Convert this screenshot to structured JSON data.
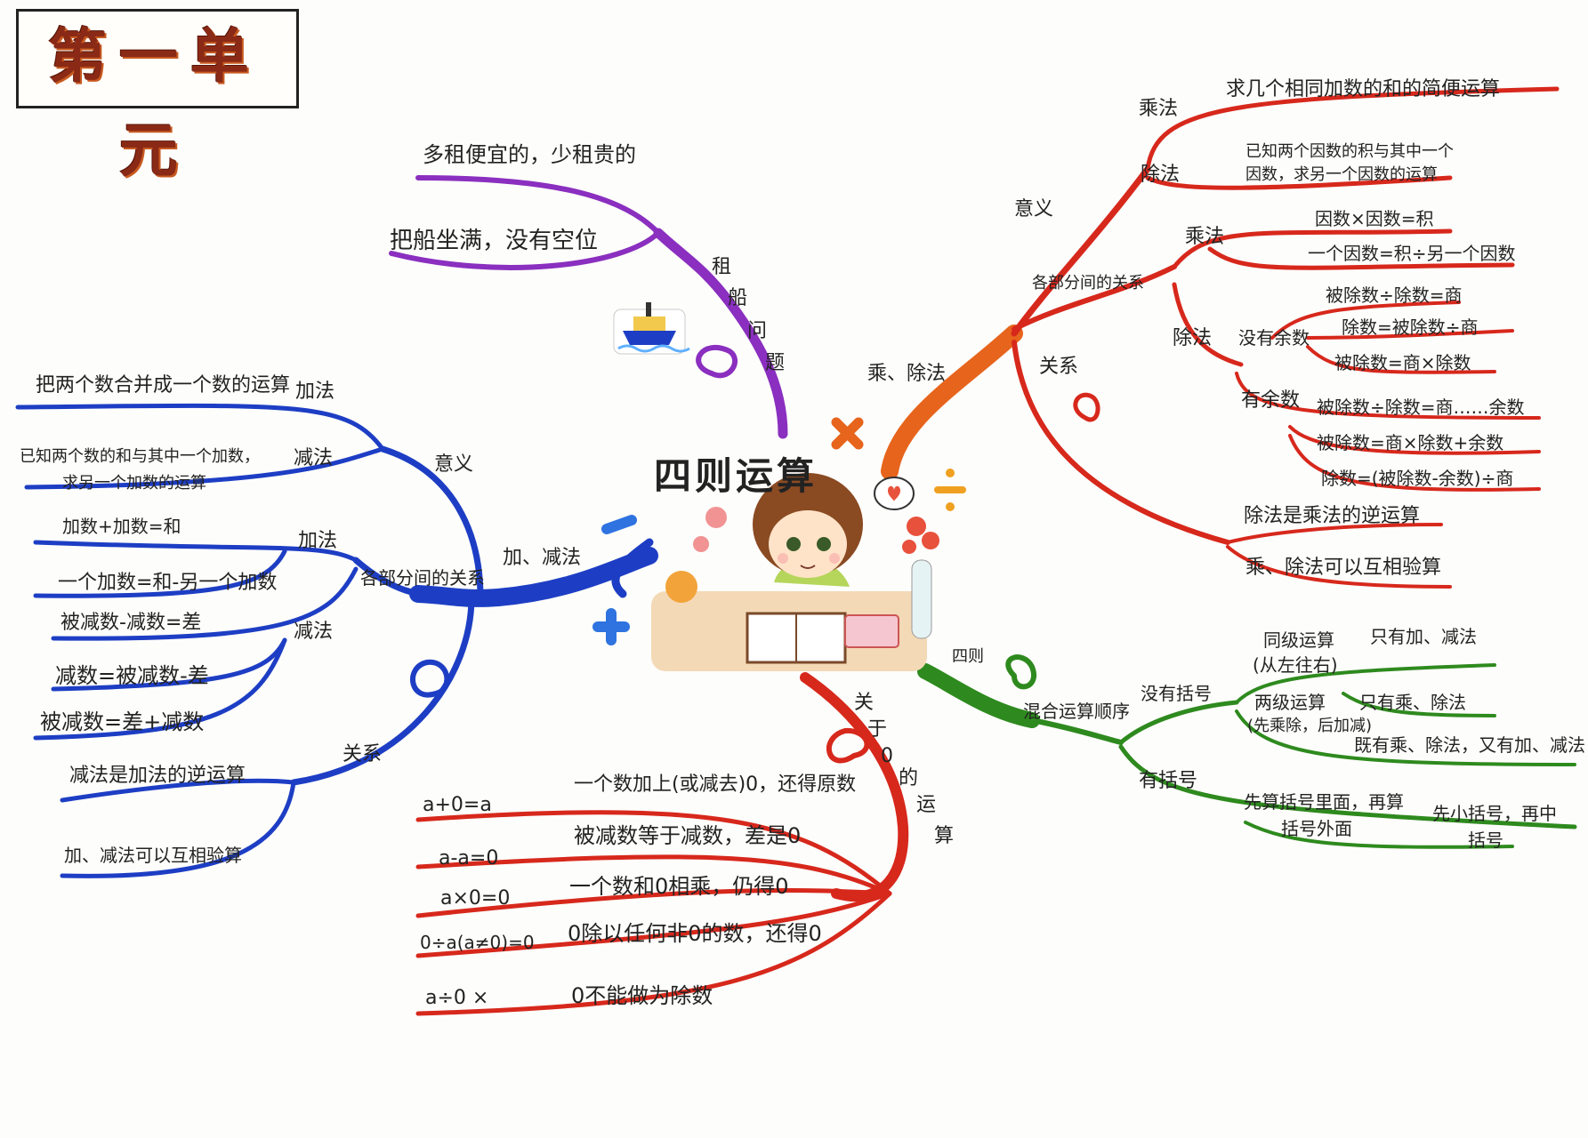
{
  "title": "第一单元",
  "center": "四则运算",
  "colors": {
    "red": "#d7281c",
    "blue": "#1d3ec4",
    "green": "#2e8a1e",
    "purple": "#8a2fbf",
    "orange": "#e7641c"
  },
  "top_branch": {
    "label_chars": [
      "租",
      "船",
      "问",
      "题"
    ],
    "items": [
      "多租便宜的，少租贵的",
      "把船坐满，没有空位"
    ]
  },
  "left_branch": {
    "label": "加、减法",
    "meaning": {
      "label": "意义",
      "add": "加法",
      "add_text": "把两个数合并成一个数的运算",
      "sub": "减法",
      "sub_text_1": "已知两个数的和与其中一个加数，",
      "sub_text_2": "求另一个加数的运算"
    },
    "parts": {
      "label": "各部分间的关系",
      "add": "加法",
      "add_items": [
        "加数+加数=和",
        "一个加数=和-另一个加数"
      ],
      "sub": "减法",
      "sub_items": [
        "被减数-减数=差",
        "减数=被减数-差",
        "被减数=差+减数"
      ]
    },
    "relation": {
      "label": "关系",
      "items": [
        "减法是加法的逆运算",
        "加、减法可以互相验算"
      ]
    }
  },
  "right_branch": {
    "label": "乘、除法",
    "meaning": {
      "label": "意义",
      "mul": "乘法",
      "mul_text": "求几个相同加数的和的简便运算",
      "div": "除法",
      "div_text_1": "已知两个因数的积与其中一个",
      "div_text_2": "因数，求另一个因数的运算"
    },
    "parts": {
      "label": "各部分间的关系",
      "mul": "乘法",
      "mul_items": [
        "因数×因数=积",
        "一个因数=积÷另一个因数"
      ],
      "div": "除法",
      "no_rem": "没有余数",
      "no_rem_items": [
        "被除数÷除数=商",
        "除数=被除数÷商",
        "被除数=商×除数"
      ],
      "rem": "有余数",
      "rem_items": [
        "被除数÷除数=商……余数",
        "被除数=商×除数+余数",
        "除数=(被除数-余数)÷商"
      ]
    },
    "relation": {
      "label": "关系",
      "items": [
        "除法是乘法的逆运算",
        "乘、除法可以互相验算"
      ]
    }
  },
  "bottom_branch": {
    "label_chars": [
      "关",
      "于",
      "0",
      "的",
      "运",
      "算"
    ],
    "rows": [
      {
        "formula": "a+0=a",
        "text": "一个数加上(或减去)0，还得原数"
      },
      {
        "formula": "a-a=0",
        "text": "被减数等于减数，差是0"
      },
      {
        "formula": "a×0=0",
        "text": "一个数和0相乘，仍得0"
      },
      {
        "formula": "0÷a(a≠0)=0",
        "text": "0除以任何非0的数，还得0"
      },
      {
        "formula": "a÷0 ×",
        "text": "0不能做为除数"
      }
    ]
  },
  "green_branch": {
    "label_1": "四则",
    "label_2": "混合运算顺序",
    "no_paren": "没有括号",
    "same_level_1": "同级运算",
    "same_level_2": "(从左往右)",
    "only_add": "只有加、减法",
    "only_mul": "只有乘、除法",
    "two_level_1": "两级运算",
    "two_level_2": "(先乘除，后加减)",
    "both": "既有乘、除法，又有加、减法",
    "paren": "有括号",
    "paren_inner_1": "先算括号里面，再算",
    "paren_inner_2": "括号外面",
    "paren_small_1": "先小括号，再中",
    "paren_small_2": "括号"
  }
}
